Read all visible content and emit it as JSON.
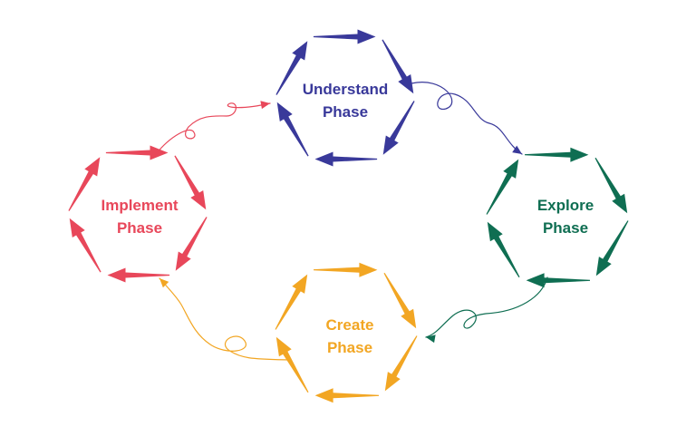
{
  "colors": {
    "understand": "#39399a",
    "explore": "#0f6e52",
    "create": "#f2a623",
    "implement": "#e8475a"
  },
  "phases": [
    {
      "key": "understand",
      "line1": "Understand",
      "line2": "Phase"
    },
    {
      "key": "explore",
      "line1": "Explore",
      "line2": "Phase"
    },
    {
      "key": "create",
      "line1": "Create",
      "line2": "Phase"
    },
    {
      "key": "implement",
      "line1": "Implement",
      "line2": "Phase"
    }
  ],
  "flow": [
    {
      "from": "understand",
      "to": "explore",
      "color_key": "understand"
    },
    {
      "from": "explore",
      "to": "create",
      "color_key": "explore"
    },
    {
      "from": "create",
      "to": "implement",
      "color_key": "create"
    },
    {
      "from": "implement",
      "to": "understand",
      "color_key": "implement"
    }
  ]
}
